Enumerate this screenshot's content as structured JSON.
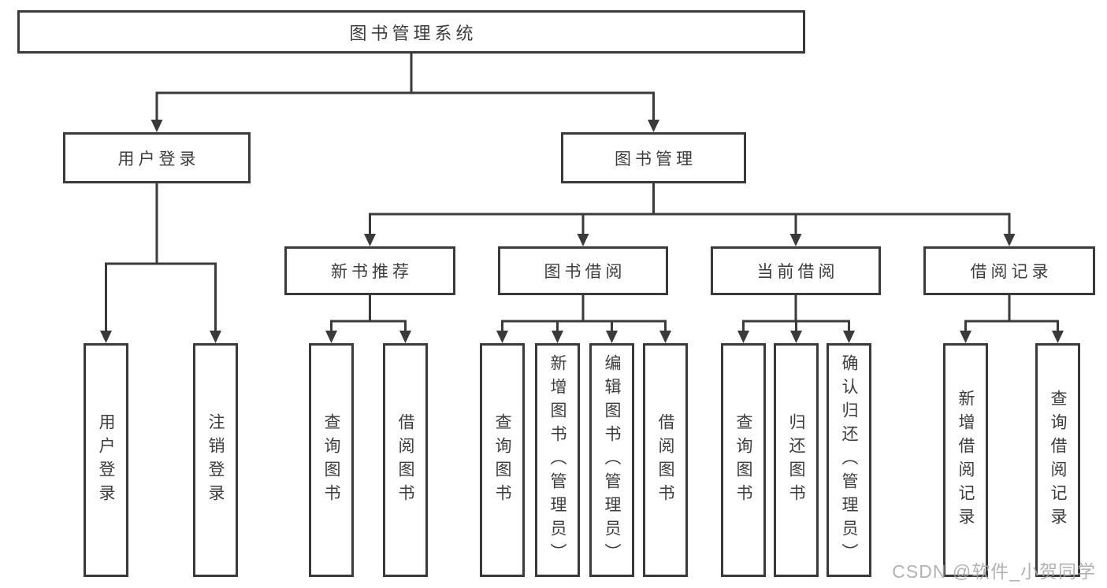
{
  "diagram": {
    "line_color": "#3a3a3a",
    "border_color": "#3a3a3a",
    "text_color": "#3d3d3d",
    "watermark": {
      "text": "CSDN @软件_小贺同学",
      "color": "#a4a4ac"
    },
    "nodes": {
      "root": {
        "label": "图书管理系统"
      },
      "user_login": {
        "label": "用户登录"
      },
      "book_mgmt": {
        "label": "图书管理"
      },
      "new_book_rec": {
        "label": "新书推荐"
      },
      "book_borrow": {
        "label": "图书借阅"
      },
      "current_borrow": {
        "label": "当前借阅"
      },
      "borrow_records": {
        "label": "借阅记录"
      },
      "l_user_login": {
        "label": "用户登录"
      },
      "l_logout": {
        "label": "注销登录"
      },
      "l_query_books_rec": {
        "label": "查询图书"
      },
      "l_borrow_books_rec": {
        "label": "借阅图书"
      },
      "l_query_books_borrow": {
        "label": "查询图书"
      },
      "l_add_books": {
        "label": "新增图书（管理员）"
      },
      "l_edit_books": {
        "label": "编辑图书（管理员）"
      },
      "l_borrow_books": {
        "label": "借阅图书"
      },
      "l_query_books_current": {
        "label": "查询图书"
      },
      "l_return_books": {
        "label": "归还图书"
      },
      "l_confirm_return": {
        "label": "确认归还（管理员）"
      },
      "l_add_borrow_record": {
        "label": "新增借阅记录"
      },
      "l_query_borrow_record": {
        "label": "查询借阅记录"
      }
    }
  }
}
